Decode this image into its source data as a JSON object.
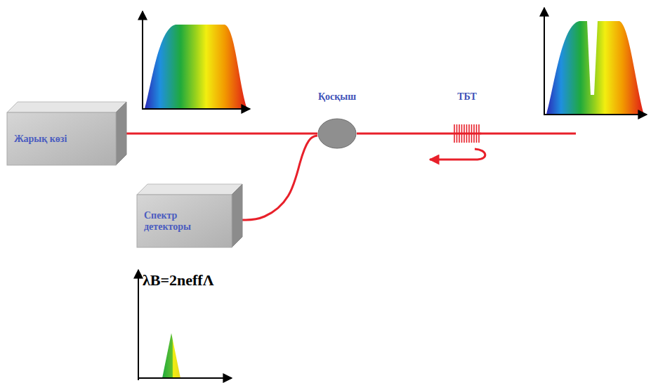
{
  "diagram": {
    "nodes": [
      {
        "text": [
          "Жарық көзі"
        ]
      },
      {
        "text": [
          "Қосқыш"
        ]
      },
      {
        "text": [
          "ТБТ"
        ]
      },
      {
        "text": [
          "Спектр детекторы"
        ]
      }
    ],
    "edges": [
      {
        "from": 0,
        "to": 1,
        "arrow": "none"
      },
      {
        "from": 1,
        "to": 2,
        "arrow": "none"
      },
      {
        "from": 3,
        "to": 1,
        "arrow": "none"
      }
    ],
    "labels": [
      "λB=2neffΛ"
    ]
  }
}
